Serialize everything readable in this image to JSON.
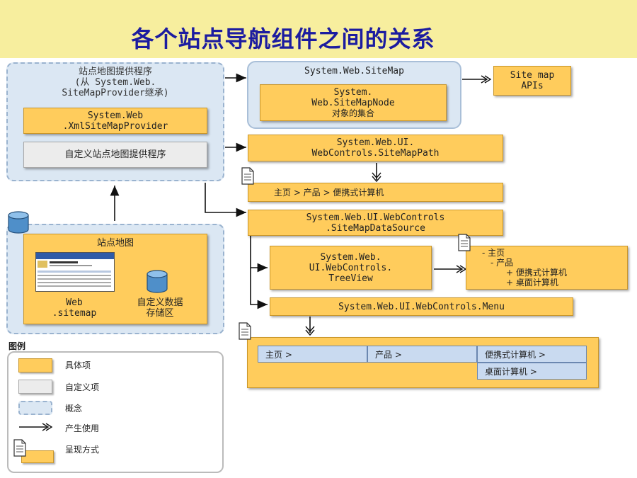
{
  "title": "各个站点导航组件之间的关系",
  "provider_group": {
    "label_line1": "站点地图提供程序",
    "label_line2": "(从 System.Web.",
    "label_line3": "SiteMapProvider继承)",
    "xml_provider_line1": "System.Web",
    "xml_provider_line2": ".XmlSiteMapProvider",
    "custom_provider": "自定义站点地图提供程序"
  },
  "sitemap_group": {
    "label": "System.Web.SiteMap",
    "node_line1": "System.",
    "node_line2": "Web.SiteMapNode",
    "node_line3": "对象的集合"
  },
  "sitemap_apis": {
    "line1": "Site map",
    "line2": "APIs"
  },
  "sitemappath": {
    "line1": "System.Web.UI.",
    "line2": "WebControls.SiteMapPath"
  },
  "breadcrumb": "主页 > 产品 > 便携式计算机",
  "datasource": {
    "line1": "System.Web.UI.WebControls",
    "line2": ".SiteMapDataSource"
  },
  "treeview": {
    "line1": "System.Web.",
    "line2": "UI.WebControls.",
    "line3": "TreeView"
  },
  "tree_output": {
    "line1": "- 主页",
    "line2": "- 产品",
    "line3": "+ 便携式计算机",
    "line4": "+ 桌面计算机"
  },
  "menu": "System.Web.UI.WebControls.Menu",
  "menu_output": {
    "cell1": "主页 >",
    "cell2": "产品 >",
    "cell3": "便携式计算机 >",
    "cell4": "桌面计算机 >"
  },
  "sitemap_store": {
    "label": "站点地图",
    "web_line1": "Web",
    "web_line2": ".sitemap",
    "store_line1": "自定义数据",
    "store_line2": "存储区"
  },
  "legend": {
    "title": "图例",
    "item1": "具体项",
    "item2": "自定义项",
    "item3": "概念",
    "item4": "产生使用",
    "item5": "呈现方式"
  },
  "colors": {
    "title_band": "#f7ee9e",
    "title_text": "#1c1ca0",
    "item_fill": "#ffcc5c",
    "concept_fill": "#dbe7f3",
    "custom_fill": "#ececec",
    "menu_cell": "#c9daf0"
  }
}
